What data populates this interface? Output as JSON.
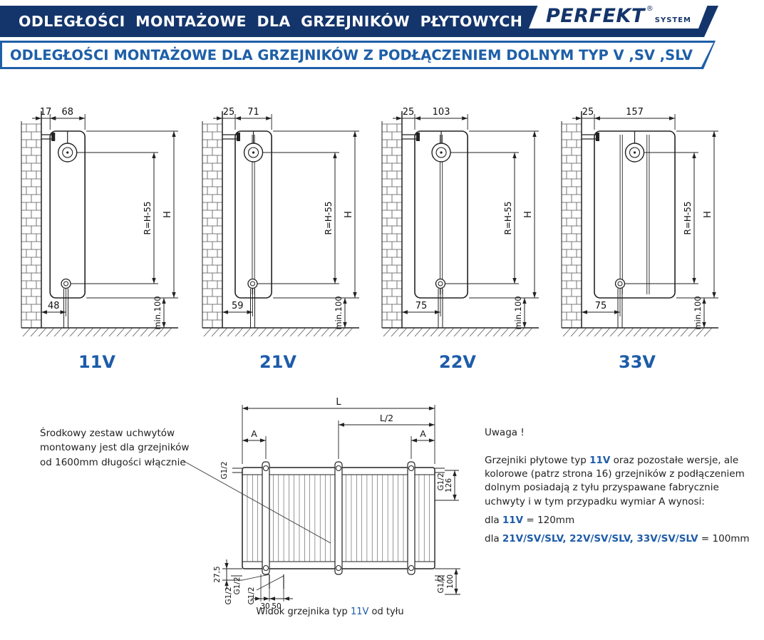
{
  "colors": {
    "navy": "#14356b",
    "blue": "#1e5fa8",
    "label_blue": "#1d5ca9",
    "line": "#222222"
  },
  "header": {
    "title": "ODLEGŁOŚCI MONTAŻOWE DLA GRZEJNIKÓW PŁYTOWYCH",
    "logo_brand": "PERFEKT",
    "logo_reg": "®",
    "logo_sub": "SYSTEM"
  },
  "subheader": {
    "title": "ODLEGŁOŚCI MONTAŻOWE DLA GRZEJNIKÓW Z PODŁĄCZENIEM DOLNYM TYP V ,SV ,SLV"
  },
  "radiator_diagrams": [
    {
      "label": "11V",
      "wall_offset": "17",
      "depth": "68",
      "bottom_offset": "48",
      "r_label": "R=H-55",
      "h_label": "H",
      "min_floor": "min.100",
      "panels": 1
    },
    {
      "label": "21V",
      "wall_offset": "25",
      "depth": "71",
      "bottom_offset": "59",
      "r_label": "R=H-55",
      "h_label": "H",
      "min_floor": "min.100",
      "panels": 2
    },
    {
      "label": "22V",
      "wall_offset": "25",
      "depth": "103",
      "bottom_offset": "75",
      "r_label": "R=H-55",
      "h_label": "H",
      "min_floor": "min.100",
      "panels": 2
    },
    {
      "label": "33V",
      "wall_offset": "25",
      "depth": "157",
      "bottom_offset": "75",
      "r_label": "R=H-55",
      "h_label": "H",
      "min_floor": "min.100",
      "panels": 3
    }
  ],
  "back_view": {
    "dim_L": "L",
    "dim_L2": "L/2",
    "dim_A": "A",
    "thread": "G1/2",
    "dim_126": "126",
    "dim_275": "27,5",
    "dim_100": "100",
    "dim_30": "30",
    "dim_50": "50",
    "caption": [
      {
        "t": "Widok grzejnika typ "
      },
      {
        "t": "11V",
        "c": true
      },
      {
        "t": " od tyłu"
      }
    ]
  },
  "note_left": {
    "lines": [
      "Środkowy zestaw uchwytów",
      "montowany jest dla grzejników",
      "od 1600mm długości włącznie"
    ]
  },
  "note_right": {
    "title": "Uwaga !",
    "lines": [
      [
        {
          "t": "Grzejniki płytowe typ "
        },
        {
          "t": "11V",
          "b": true,
          "c": true
        },
        {
          "t": " oraz pozostałe wersje, ale"
        }
      ],
      [
        {
          "t": "kolorowe (patrz strona 16) grzejników z podłączeniem"
        }
      ],
      [
        {
          "t": "dolnym posiadają z tyłu przyspawane fabrycznie"
        }
      ],
      [
        {
          "t": "uchwyty i w tym przypadku wymiar A wynosi:"
        }
      ],
      [],
      [
        {
          "t": "dla "
        },
        {
          "t": "11V",
          "b": true,
          "c": true
        },
        {
          "t": " = 120mm"
        }
      ],
      [],
      [
        {
          "t": "dla "
        },
        {
          "t": "21V/SV/SLV, 22V/SV/SLV, 33V/SV/SLV",
          "b": true,
          "c": true
        },
        {
          "t": " = 100mm"
        }
      ]
    ]
  }
}
